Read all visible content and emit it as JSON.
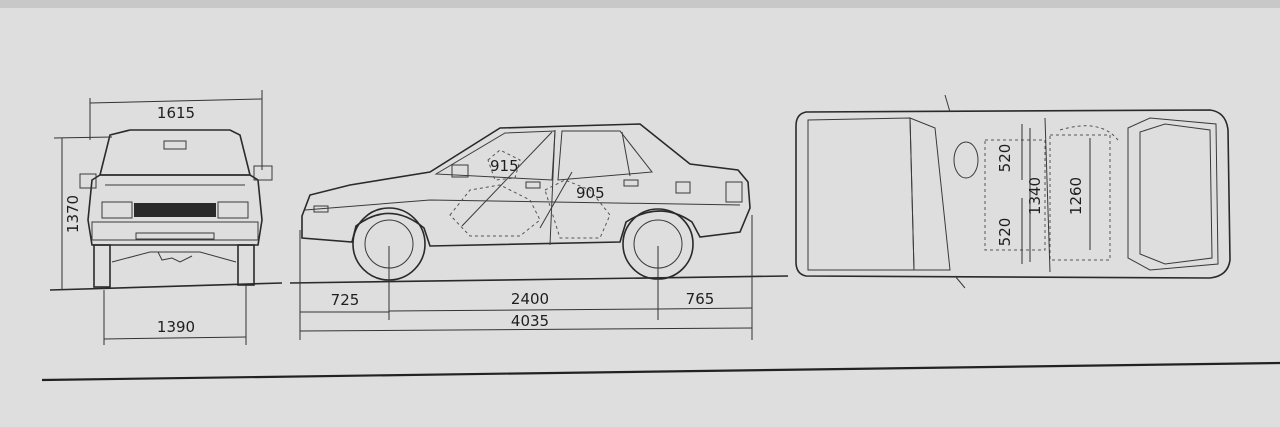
{
  "dimensions": {
    "front_width": "1615",
    "overall_height": "1370",
    "rear_track": "1390",
    "front_headroom": "915",
    "rear_headroom": "905",
    "front_overhang": "725",
    "wheelbase": "2400",
    "rear_overhang": "765",
    "overall_length": "4035",
    "front_seat_shoulder": "520",
    "rear_seat_shoulder": "520",
    "front_interior_width": "1340",
    "rear_interior_width": "1260"
  }
}
